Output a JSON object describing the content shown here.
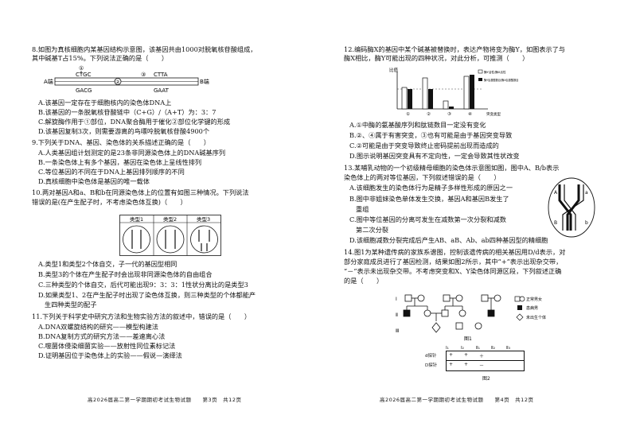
{
  "left_page": {
    "q8": {
      "stem1": "8.如图为真核细胞内某基因结构示意图，该基因共由1000对脱氧核苷酸组成，",
      "stem2": "其中碱基T占15%。下列说法正确的是（　　）",
      "fig": {
        "top_seq1": "CTGC",
        "top_seq2": "CTTA",
        "bot_seq1": "GACG",
        "bot_seq2": "GAAT",
        "left_label": "A端",
        "right_label": "B端",
        "mark1": "①",
        "mark2": "②",
        "mark3": "③"
      },
      "options": [
        "A.该基因一定存在于细胞核内的染色体DNA上",
        "B.该基因的一条脱氧核苷酸链中（C+G）/（A+T）为：3：7",
        "C.解旋酶作用于①部位，DNA聚合酶用于催化②部位化学键的形成",
        "D.该基因复制3次，则需要游离的鸟嘌呤脱氧核苷酸4900个"
      ]
    },
    "q9": {
      "stem": "9.下列关于DNA、基因、染色体的关系描述正确的是（　　）",
      "options": [
        "A.人类基因组计划测定的是23条非同源染色体上的DNA碱基序列",
        "B.一条染色体上有多个基因，基因在染色体上呈线性排列",
        "C.等位基因的不同在于DNA上基因排列顺序的不同",
        "D.真核细胞中染色体是基因的唯一载体"
      ]
    },
    "q10": {
      "stem1": "10.两对基因A和a、B和b在同源染色体上的位置有如图三种情况。下列说法",
      "stem2": "错误的是(在产生配子时，不考虑染色体互换)（　　）",
      "types": [
        "类型1",
        "类型2",
        "类型3"
      ],
      "options": [
        "A.类型1和类型2个体自交，子一代的基因型相同",
        "B.类型3的个体在产生配子时会出现非同源染色体的自由组合",
        "C.三种类型的个体自交，后代可能出现9：3：3：1性状分离比的是类型3",
        "D.如果类型1、2在产生配子时出现了染色体互换，则三种类型的个体都能产",
        "生四种类型的配子"
      ]
    },
    "q11": {
      "stem": "11.下列关于科学史中研究方法和生物实验方法的叙述中，错误的是（　　）",
      "options": [
        "A.DNA双螺旋结构的研究——模型构建法",
        "B.DNA复制方式的研究方法——差速离心法",
        "C.噬菌体侵染细菌实验——放射性同位素标记法",
        "D.证明基因位于染色体上的实验——假说—演绎法"
      ]
    },
    "footer": "高2026届高二第一学期期初考试生物试题　　第3页　共12页"
  },
  "right_page": {
    "q12": {
      "stem1": "12.编码酶X的基因中某个碱基被替换时，表达产物将变为酶Y，如图表示了与",
      "stem2": "酶X相比，酶Y可能出现的四种状况，对此分析，可推测（　　）",
      "chart_labels": {
        "y": "比值",
        "x": "突变类型",
        "legend1": "酶Y活性/酶X活性",
        "legend2": "酶Y氨基酸数目/酶X氨基酸数目",
        "cats": [
          "①",
          "②",
          "③",
          "④"
        ]
      },
      "options": [
        "A.①中酶的氨基酸序列和肽链数目一定没有变化",
        "B.②、④属于有害突变，③也有可能是由于基因突变导致",
        "C.②可能是由于突变导致终止密码提前出现而造成的",
        "D.图示说明基因突变具有不定向性，一定会导致其性状改变"
      ]
    },
    "q13": {
      "stem1": "13.某哺乳动物的一个初级精母细胞的染色体示意图如图，图中A、B/b表示",
      "stem2": "染色体上的两对等位基因，下列叙述错误的是（　　）",
      "options": [
        "A.该细胞发生的染色体行为是精子多样性形成的原因之一",
        "B.图中非姐妹染色单体发生交换，基因A和基因B发生了",
        "重组",
        "C.图中等位基因的分离可发生在减数第一次分裂和减数",
        "第二次分裂",
        "D.该细胞减数分裂完成后产生AB、aB、Ab、ab四种基因型的精细胞"
      ]
    },
    "q14": {
      "stem1": "14.图1为某种遗传病的家族系谱图，控制该遗传病的相关基因用D/d表示，对",
      "stem2": "部分家庭成员进行了基因检测，结果如图2所示，其中“+”表示出现杂交带，",
      "stem3": "“－”表示未出现杂交带。不考虑突变和X、Y染色体同源区段，下列叙述正确",
      "stem4": "的是（　　）",
      "legend": [
        "正常男女",
        "患病男",
        "未出生个体"
      ],
      "fig1": "图1",
      "fig2": "图2",
      "probe_headers": [
        "Ⅰ₁",
        "Ⅰ₂",
        "Ⅱ₁",
        "Ⅱ₂",
        "Ⅱ₃"
      ],
      "probe_rows": [
        {
          "label": "d探针",
          "values": [
            "+",
            "+",
            "＋",
            "",
            ""
          ]
        },
        {
          "label": "D探针",
          "values": [
            "+",
            "+",
            "－",
            "",
            ""
          ]
        }
      ]
    },
    "footer": "高2026届高二第一学期期初考试生物试题　　第4页　共12页"
  }
}
